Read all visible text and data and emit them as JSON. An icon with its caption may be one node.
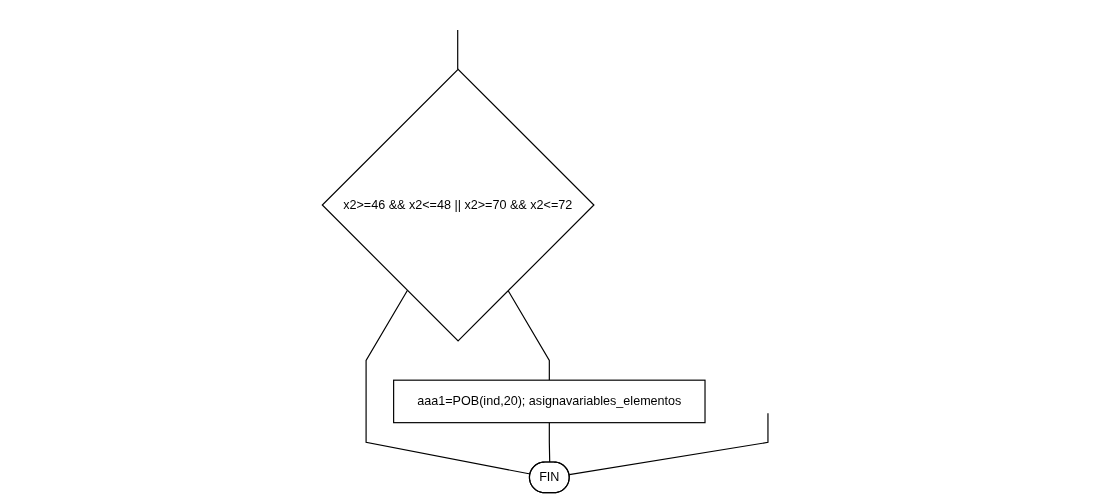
{
  "diagram": {
    "nodes": [
      {
        "text": [
          "x2>=46 && x2<=48 || x2>=70 && x2<=72"
        ]
      },
      {
        "text": [
          "aaa1=POB(ind,20); asignavariables_elementos"
        ]
      },
      {
        "text": [
          "FIN"
        ]
      }
    ],
    "edges": [
      {
        "from": null,
        "to": 0,
        "arrow": "none"
      },
      {
        "from": 0,
        "to": 1,
        "arrow": "none"
      },
      {
        "from": 0,
        "to": 2,
        "arrow": "none"
      },
      {
        "from": 1,
        "to": 2,
        "arrow": "none"
      },
      {
        "from": null,
        "to": 2,
        "arrow": "none"
      }
    ]
  }
}
